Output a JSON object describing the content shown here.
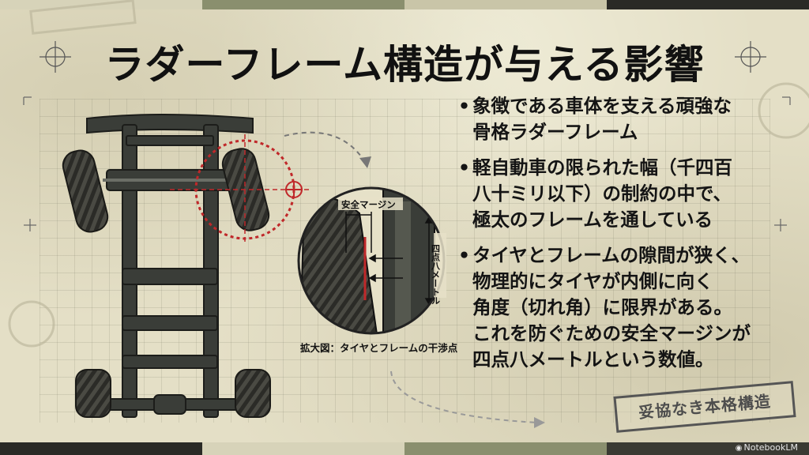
{
  "slide": {
    "title": "ラダーフレーム構造が与える影響",
    "bullets": [
      "象徴である車体を支える頑強な\n骨格ラダーフレーム",
      "軽自動車の限られた幅（千四百\n八十ミリ以下）の制約の中で、\n極太のフレームを通している",
      "タイヤとフレームの隙間が狭く、\n物理的にタイヤが内側に向く\n角度（切れ角）に限界がある。\nこれを防ぐための安全マージンが\n四点八メートルという数値。"
    ]
  },
  "diagram": {
    "margin_label": "安全マージン",
    "dimension_label": "四点八メートル",
    "caption": "拡大図：タイヤとフレームの干渉点"
  },
  "stamp": {
    "text": "妥協なき本格構造"
  },
  "branding": {
    "logo_text": "NotebookLM",
    "logo_icon": "notebooklm-logo-icon"
  },
  "colors": {
    "paper": "#e4dfc6",
    "frame": "#3a3d38",
    "highlight_red": "#c0282a",
    "text": "#141414",
    "stripe_olive": "#8a8f6e",
    "stripe_cream": "#d7d3b9"
  }
}
